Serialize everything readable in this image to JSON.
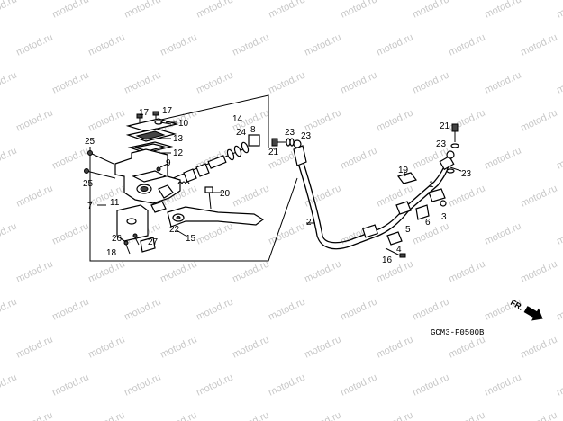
{
  "watermark": {
    "text": "motod.ru"
  },
  "diagram_code": "GCM3-F0500B",
  "direction_label": "FR.",
  "callouts": [
    {
      "id": "c-17a",
      "text": "17"
    },
    {
      "id": "c-17b",
      "text": "17"
    },
    {
      "id": "c-10",
      "text": "10"
    },
    {
      "id": "c-13",
      "text": "13"
    },
    {
      "id": "c-12",
      "text": "12"
    },
    {
      "id": "c-9",
      "text": "9"
    },
    {
      "id": "c-14",
      "text": "14"
    },
    {
      "id": "c-24",
      "text": "24"
    },
    {
      "id": "c-8",
      "text": "8"
    },
    {
      "id": "c-25a",
      "text": "25"
    },
    {
      "id": "c-25b",
      "text": "25"
    },
    {
      "id": "c-7",
      "text": "7"
    },
    {
      "id": "c-11",
      "text": "11"
    },
    {
      "id": "c-20",
      "text": "20"
    },
    {
      "id": "c-22",
      "text": "22"
    },
    {
      "id": "c-15",
      "text": "15"
    },
    {
      "id": "c-26",
      "text": "26"
    },
    {
      "id": "c-27",
      "text": "27"
    },
    {
      "id": "c-18",
      "text": "18"
    },
    {
      "id": "c-23a",
      "text": "23"
    },
    {
      "id": "c-23b",
      "text": "23"
    },
    {
      "id": "c-21a",
      "text": "21"
    },
    {
      "id": "c-2",
      "text": "2"
    },
    {
      "id": "c-21b",
      "text": "21"
    },
    {
      "id": "c-23c",
      "text": "23"
    },
    {
      "id": "c-23d",
      "text": "23"
    },
    {
      "id": "c-19",
      "text": "19"
    },
    {
      "id": "c-1",
      "text": "1"
    },
    {
      "id": "c-6",
      "text": "6"
    },
    {
      "id": "c-3",
      "text": "3"
    },
    {
      "id": "c-5",
      "text": "5"
    },
    {
      "id": "c-4",
      "text": "4"
    },
    {
      "id": "c-16",
      "text": "16"
    }
  ]
}
